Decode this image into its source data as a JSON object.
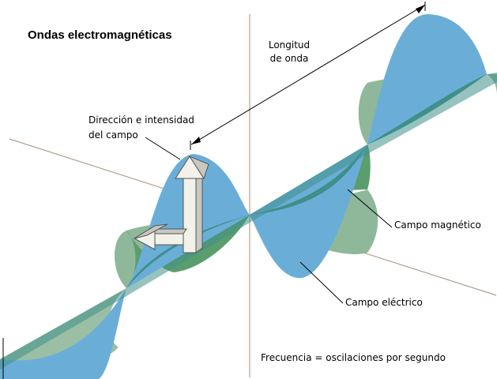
{
  "title": "Ondas electromagnéticas",
  "labels": {
    "wavelength_line1": "Longitud",
    "wavelength_line2": "de onda",
    "field_line1": "Dirección e intensidad",
    "field_line2": "del campo",
    "magnetic": "Campo magnético",
    "electric": "Campo eléctrico",
    "frequency": "Frecuencia = oscilaciones por segundo"
  },
  "colors": {
    "electric_wave": "#6aaed8",
    "magnetic_wave": "#8fb89a",
    "overlap": "#3f8f8a",
    "axis_line": "#b0a090",
    "arrow_fill": "#f2f2ea"
  }
}
